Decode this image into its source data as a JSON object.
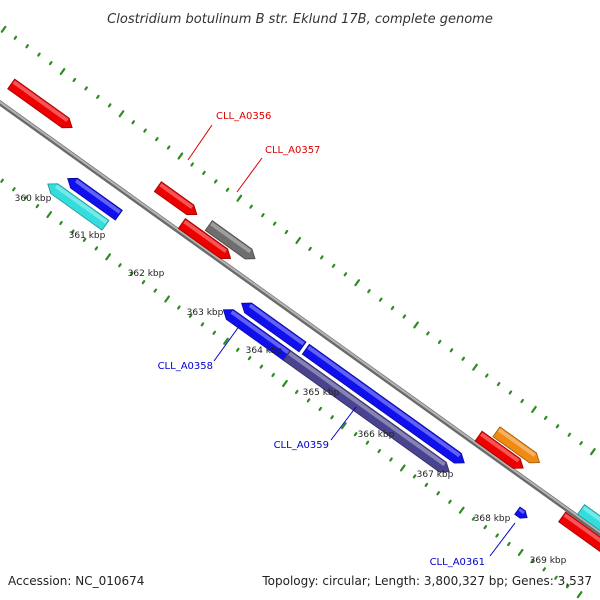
{
  "title": "Clostridium botulinum B str. Eklund 17B, complete genome",
  "footer": {
    "accession": "Accession: NC_010674",
    "summary": "Topology: circular; Length: 3,800,327 bp; Genes: 3,537"
  },
  "colors": {
    "backbone": "#8c8c8c",
    "tick_dots": "#2e8b22",
    "red": "#ee0000",
    "blue": "#1010ee",
    "cyan": "#33dddd",
    "gray": "#6e6e6e",
    "slate": "#4a4490",
    "orange": "#f08a10",
    "label_red": "#dd0000",
    "label_blue": "#0000cc"
  },
  "ticks": [
    "360 kbp",
    "361 kbp",
    "362 kbp",
    "363 kbp",
    "364 kbp",
    "365 kbp",
    "366 kbp",
    "367 kbp",
    "368 kbp",
    "369 kbp"
  ],
  "genes": [
    {
      "name": "red-arrow-1",
      "color": "red",
      "strand": "+"
    },
    {
      "name": "red-arrow-2",
      "color": "red",
      "strand": "+"
    },
    {
      "name": "gray-arrow",
      "color": "gray",
      "strand": "+"
    },
    {
      "name": "red-arrow-3",
      "color": "red",
      "strand": "+"
    },
    {
      "name": "orange-arrow",
      "color": "orange",
      "strand": "+"
    },
    {
      "name": "red-arrow-4",
      "color": "red",
      "strand": "+"
    },
    {
      "name": "red-arrow-5",
      "color": "red",
      "strand": "+"
    },
    {
      "name": "cyan-arrow-edge",
      "color": "cyan",
      "strand": "+"
    },
    {
      "name": "blue-arrow-1",
      "color": "blue",
      "strand": "-"
    },
    {
      "name": "cyan-arrow",
      "color": "cyan",
      "strand": "-"
    },
    {
      "name": "blue-arrow-2",
      "color": "blue",
      "strand": "-"
    },
    {
      "name": "blue-arrow-3",
      "color": "blue",
      "strand": "-"
    },
    {
      "name": "blue-arrow-4",
      "color": "blue",
      "strand": "+"
    },
    {
      "name": "slate-arrow",
      "color": "slate",
      "strand": "+"
    },
    {
      "name": "blue-small-arrow",
      "color": "blue",
      "strand": "+"
    }
  ],
  "gene_labels": [
    {
      "text": "CLL_A0356",
      "color": "label_red"
    },
    {
      "text": "CLL_A0357",
      "color": "label_red"
    },
    {
      "text": "CLL_A0358",
      "color": "label_blue"
    },
    {
      "text": "CLL_A0359",
      "color": "label_blue"
    },
    {
      "text": "CLL_A0361",
      "color": "label_blue"
    }
  ]
}
